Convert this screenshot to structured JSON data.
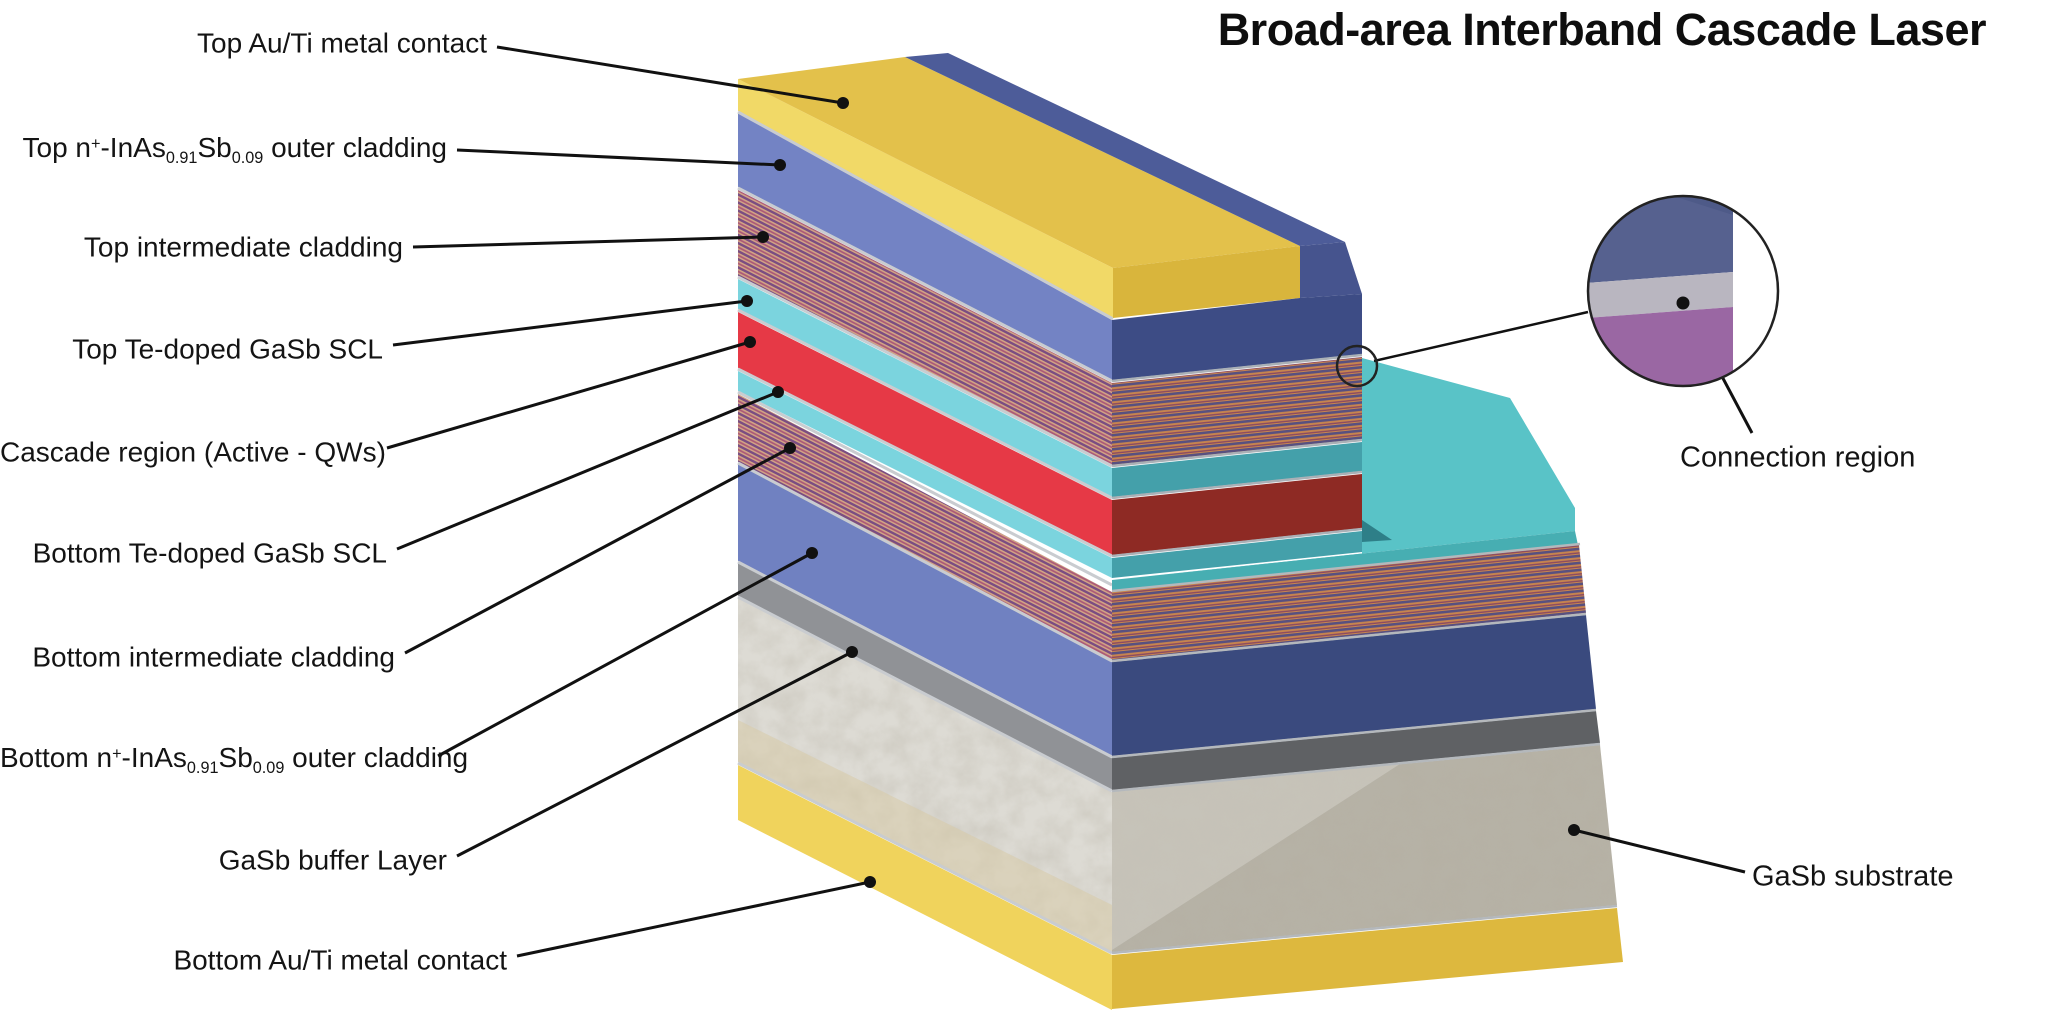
{
  "title": "Broad-area Interband Cascade Laser",
  "labels": {
    "left": [
      {
        "name": "top-au-ti-metal-contact",
        "segments": [
          {
            "t": "Top Au/Ti metal contact"
          }
        ]
      },
      {
        "name": "top-outer-cladding",
        "segments": [
          {
            "t": "Top n"
          },
          {
            "t": "+",
            "v": "sup"
          },
          {
            "t": "-InAs"
          },
          {
            "t": "0.91",
            "v": "sub"
          },
          {
            "t": "Sb"
          },
          {
            "t": "0.09",
            "v": "sub"
          },
          {
            "t": " outer cladding"
          }
        ]
      },
      {
        "name": "top-intermediate-cladding",
        "segments": [
          {
            "t": "Top intermediate cladding"
          }
        ]
      },
      {
        "name": "top-te-doped-gasb-scl",
        "segments": [
          {
            "t": "Top Te-doped GaSb SCL"
          }
        ]
      },
      {
        "name": "cascade-region",
        "segments": [
          {
            "t": "Cascade region (Active - QWs)"
          }
        ]
      },
      {
        "name": "bottom-te-doped-gasb-scl",
        "segments": [
          {
            "t": "Bottom Te-doped GaSb SCL"
          }
        ]
      },
      {
        "name": "bottom-intermediate-cladding",
        "segments": [
          {
            "t": "Bottom intermediate cladding"
          }
        ]
      },
      {
        "name": "bottom-outer-cladding",
        "segments": [
          {
            "t": "Bottom n"
          },
          {
            "t": "+",
            "v": "sup"
          },
          {
            "t": "-InAs"
          },
          {
            "t": "0.91",
            "v": "sub"
          },
          {
            "t": "Sb"
          },
          {
            "t": "0.09",
            "v": "sub"
          },
          {
            "t": " outer cladding"
          }
        ]
      },
      {
        "name": "gasb-buffer-layer",
        "segments": [
          {
            "t": "GaSb buffer Layer"
          }
        ]
      },
      {
        "name": "bottom-au-ti-metal-contact",
        "segments": [
          {
            "t": "Bottom Au/Ti metal contact"
          }
        ]
      }
    ],
    "right": [
      {
        "name": "connection-region",
        "text": "Connection region"
      },
      {
        "name": "gasb-substrate",
        "text": "GaSb substrate"
      }
    ]
  },
  "palette": {
    "yellow_contact_top": "#e3c14b",
    "yellow_contact_front": "#f1d967",
    "yellow_contact_end": "#d9b53c",
    "yellow_bottom_front": "#f0d35c",
    "yellow_bottom_side": "#ddb83e",
    "blue_cladding_front": "#7383c4",
    "blue_cladding_side": "#3d4c85",
    "blue_cladding_topstrip": "#4d5c99",
    "blue_bottom_front": "#7081c1",
    "blue_bottom_side": "#3a4a7e",
    "stripe_front_purple": "#7a4d82",
    "stripe_front_tan": "#d2a384",
    "stripe_front_pink": "#aa5878",
    "stripe_side_purple": "#585080",
    "stripe_side_orange": "#c8854e",
    "stripe_side_mauve": "#8a4a62",
    "cyan_scl_front": "#7bd4de",
    "cyan_scl_side": "#44a0aa",
    "red_cascade_front": "#e63946",
    "red_cascade_side": "#8e2a24",
    "teal_etch_surface": "#59c3c7",
    "teal_etch_edge": "#47aeb2",
    "teal_notch": "#2e7f88",
    "gray_buffer_front": "#909296",
    "gray_buffer_side": "#5f6164",
    "substrate_front": "#dddbd4",
    "substrate_side": "#b6b2a6",
    "separator": "#c9ccd0",
    "inset_blue": "#56618f",
    "inset_gray": "#b9b6c0",
    "inset_purple": "#9a67a3",
    "leader_line": "#111111"
  }
}
